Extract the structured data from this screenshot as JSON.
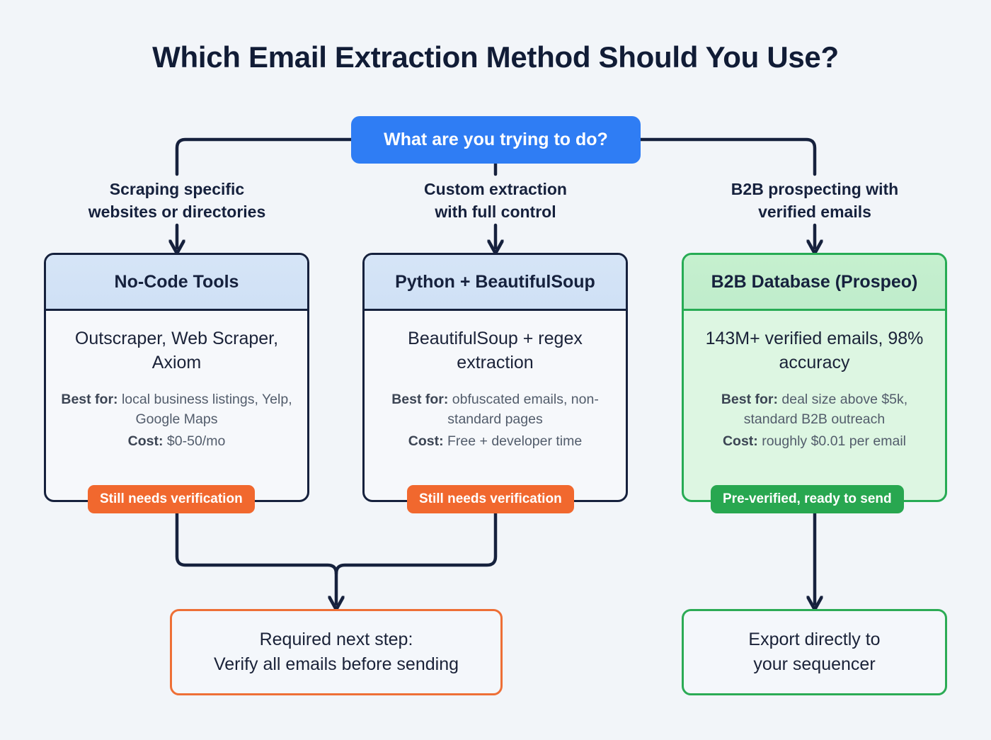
{
  "page": {
    "title": "Which Email Extraction Method Should You Use?",
    "background_color": "#f2f5f9"
  },
  "colors": {
    "ink": "#16213d",
    "decision_blue": "#2f7df4",
    "warn_orange": "#f1682e",
    "outcome_orange_border": "#ee6f36",
    "success_green": "#28a750",
    "green_border": "#27ab54",
    "card_header_blue": "#cfe0f5",
    "card_header_green": "#bfeccb",
    "green_card_fill": "#ddf6e2"
  },
  "decision": {
    "label": "What are you trying to do?"
  },
  "branches": [
    {
      "label": "Scraping specific\nwebsites or directories"
    },
    {
      "label": "Custom extraction\nwith full control"
    },
    {
      "label": "B2B prospecting with\nverified emails"
    }
  ],
  "cards": [
    {
      "title": "No-Code Tools",
      "headline": "Outscraper, Web Scraper, Axiom",
      "best_for_key": "Best for:",
      "best_for_value": " local business listings, Yelp, Google Maps",
      "cost_key": "Cost:",
      "cost_value": " $0-50/mo",
      "badge": "Still needs verification",
      "accent": "#16213d"
    },
    {
      "title": "Python + BeautifulSoup",
      "headline": "BeautifulSoup + regex extraction",
      "best_for_key": "Best for:",
      "best_for_value": " obfuscated emails, non-standard pages",
      "cost_key": "Cost:",
      "cost_value": " Free + developer time",
      "badge": "Still needs verification",
      "accent": "#16213d"
    },
    {
      "title": "B2B Database (Prospeo)",
      "headline": "143M+ verified emails, 98% accuracy",
      "best_for_key": "Best for:",
      "best_for_value": " deal size above $5k, standard B2B outreach",
      "cost_key": "Cost:",
      "cost_value": " roughly $0.01 per email",
      "badge": "Pre-verified, ready to send",
      "accent": "#27ab54"
    }
  ],
  "outcomes": [
    {
      "label": "Required next step:\nVerify all emails before sending"
    },
    {
      "label": "Export directly to\nyour sequencer"
    }
  ]
}
